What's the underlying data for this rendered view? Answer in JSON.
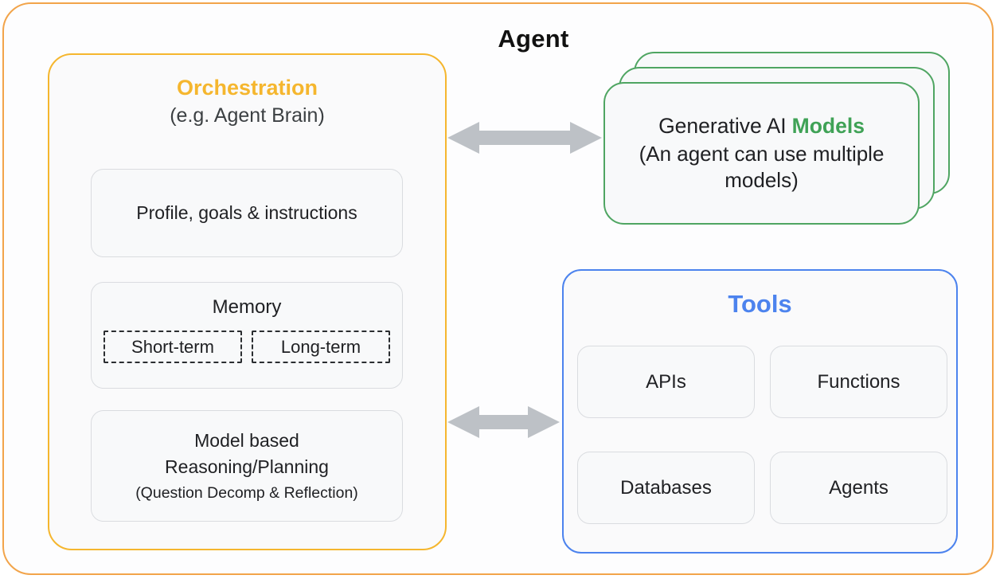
{
  "title": "Agent",
  "orchestration": {
    "title": "Orchestration",
    "subtitle": "(e.g. Agent Brain)",
    "profile_card": "Profile, goals & instructions",
    "memory": {
      "title": "Memory",
      "short_term": "Short-term",
      "long_term": "Long-term"
    },
    "reasoning": {
      "line1": "Model based",
      "line2": "Reasoning/Planning",
      "note": "(Question Decomp & Reflection)"
    }
  },
  "models": {
    "title_prefix": "Generative AI",
    "title_highlight": "Models",
    "subtitle": "(An agent can use multiple models)"
  },
  "tools": {
    "title": "Tools",
    "items": [
      "APIs",
      "Functions",
      "Databases",
      "Agents"
    ]
  },
  "colors": {
    "outer_border": "#F2A44A",
    "orch_gold": "#F5B62E",
    "models_green_text": "#3FA256",
    "models_green_border": "#4FA562",
    "tools_blue": "#4C83EE",
    "arrow_gray": "#BDC1C6",
    "card_border": "#DADCE0",
    "card_bg": "#F8F9FA",
    "panel_bg": "#FAFAFB",
    "text_dark": "#202124",
    "text_gray": "#3C4043"
  }
}
